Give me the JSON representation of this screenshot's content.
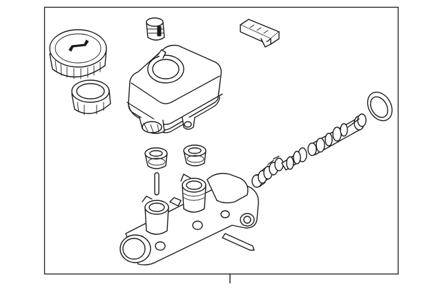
{
  "diagram": {
    "kind": "exploded-parts-view",
    "parts": [
      {
        "id": "reservoir-cap",
        "icon": "reservoir-cap-icon"
      },
      {
        "id": "cap-seal",
        "icon": "cap-seal-icon"
      },
      {
        "id": "level-sensor",
        "icon": "level-sensor-icon"
      },
      {
        "id": "connector-plug",
        "icon": "connector-plug-icon"
      },
      {
        "id": "fluid-reservoir",
        "icon": "fluid-reservoir-icon"
      },
      {
        "id": "grommet-left",
        "icon": "grommet-icon"
      },
      {
        "id": "grommet-right",
        "icon": "grommet-icon"
      },
      {
        "id": "retaining-pin",
        "icon": "pin-icon"
      },
      {
        "id": "master-cylinder-body",
        "icon": "master-cylinder-icon"
      },
      {
        "id": "primary-spring",
        "icon": "spring-icon"
      },
      {
        "id": "secondary-piston",
        "icon": "piston-icon"
      },
      {
        "id": "primary-piston",
        "icon": "piston-icon"
      },
      {
        "id": "rod-seal",
        "icon": "seal-ring-icon"
      },
      {
        "id": "stop-pin",
        "icon": "pin-icon"
      }
    ],
    "colors": {
      "line": "#1a1a1a",
      "background": "#ffffff"
    }
  }
}
